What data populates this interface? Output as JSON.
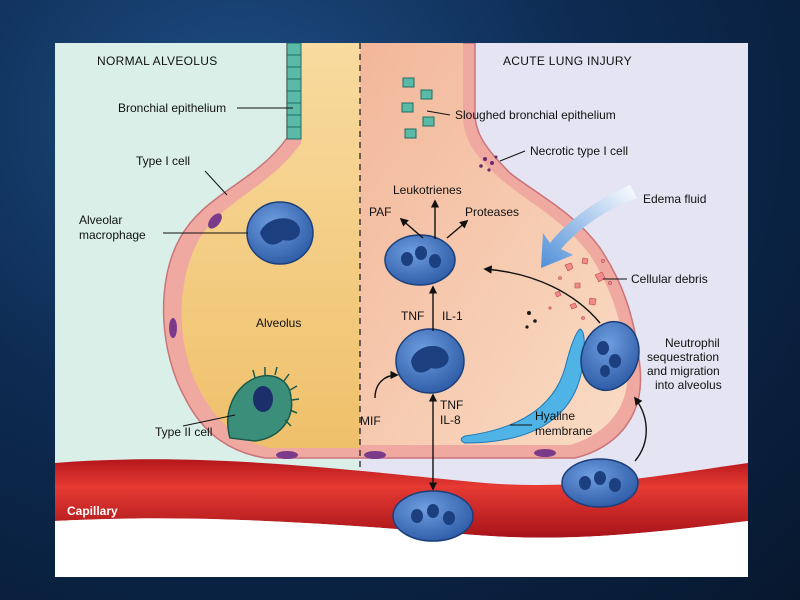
{
  "headers": {
    "normal": "NORMAL ALVEOLUS",
    "injury": "ACUTE LUNG INJURY"
  },
  "labels": {
    "bronchial_epithelium": "Bronchial epithelium",
    "type1_cell": "Type I cell",
    "alveolar_macrophage_1": "Alveolar",
    "alveolar_macrophage_2": "macrophage",
    "alveolus": "Alveolus",
    "type2_cell": "Type II cell",
    "capillary": "Capillary",
    "sloughed": "Sloughed bronchial epithelium",
    "necrotic": "Necrotic type I cell",
    "leukotrienes": "Leukotrienes",
    "paf": "PAF",
    "proteases": "Proteases",
    "edema_fluid": "Edema fluid",
    "cellular_debris": "Cellular debris",
    "tnf_top": "TNF",
    "il1": "IL-1",
    "neutrophil_1": "Neutrophil",
    "neutrophil_2": "sequestration",
    "neutrophil_3": "and migration",
    "neutrophil_4": "into alveolus",
    "mif": "MIF",
    "tnf_bottom": "TNF",
    "il8": "IL-8",
    "hyaline_1": "Hyaline",
    "hyaline_2": "membrane"
  },
  "colors": {
    "normal_bg": "#d9efe8",
    "injury_bg": "#e4e4f2",
    "alveolus_normal": "#f5cf86",
    "alveolus_injury": "#f6c6a8",
    "wall": "#f0a9a0",
    "capillary": "#d8262a",
    "cell": "#3a6fc0",
    "hyaline": "#4fb3e6"
  }
}
